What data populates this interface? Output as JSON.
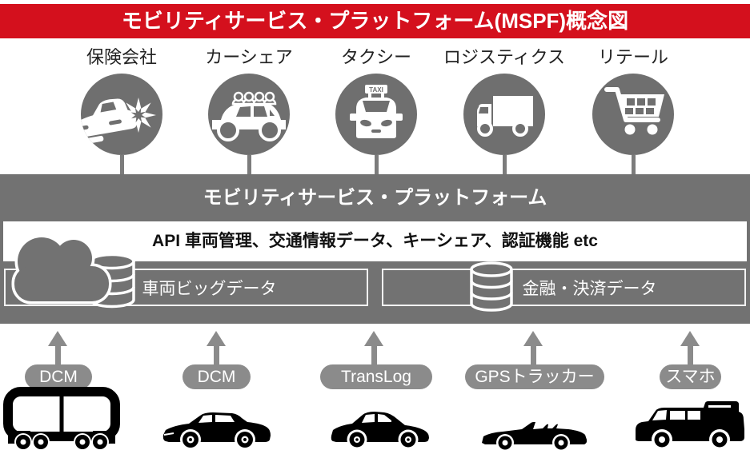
{
  "banner": {
    "title": "モビリティサービス・プラットフォーム(MSPF)概念図"
  },
  "services": [
    {
      "label": "保険会社",
      "icon": "crashed-car-icon"
    },
    {
      "label": "カーシェア",
      "icon": "car-share-icon"
    },
    {
      "label": "タクシー",
      "icon": "taxi-front-icon",
      "sign_text": "TAXI"
    },
    {
      "label": "ロジスティクス",
      "icon": "delivery-truck-icon"
    },
    {
      "label": "リテール",
      "icon": "shopping-cart-icon"
    }
  ],
  "platform": {
    "title": "モビリティサービス・プラットフォーム",
    "api_text": "API 車両管理、交通情報データ、キーシェア、認証機能 etc",
    "data_boxes": [
      {
        "label": "車両ビッグデータ",
        "icons": [
          "cloud-icon",
          "database-icon"
        ]
      },
      {
        "label": "金融・決済データ",
        "icons": [
          "database-icon"
        ]
      }
    ]
  },
  "sources": [
    {
      "label": "DCM",
      "vehicle": "autonomous-shuttle"
    },
    {
      "label": "DCM",
      "vehicle": "sedan"
    },
    {
      "label": "TransLog",
      "vehicle": "hatchback"
    },
    {
      "label": "GPSトラッカー",
      "vehicle": "convertible"
    },
    {
      "label": "スマホ",
      "vehicle": "suv"
    }
  ],
  "colors": {
    "banner_red": "#d4101d",
    "platform_gray": "#727272",
    "circle_gray": "#6f6f6f",
    "pill_gray": "#8b8b8b",
    "vehicle_black": "#000000",
    "api_band_bg": "#ffffff",
    "text_dark": "#222222"
  }
}
